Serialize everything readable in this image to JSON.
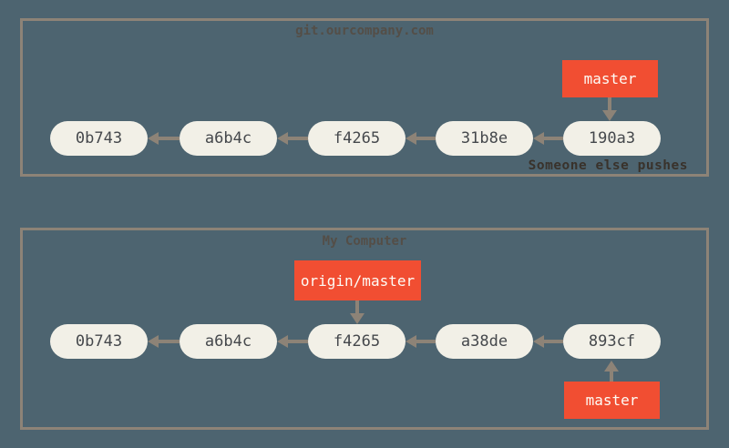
{
  "colors": {
    "background": "#4d6470",
    "box-border": "#8d8377",
    "arrow": "#8d8377",
    "node-fill": "#f2f0e7",
    "node-text": "#45484c",
    "label-fill": "#f14e32",
    "label-text": "#fdfcf6",
    "title-text": "#544e47",
    "annotation-text": "#39322b"
  },
  "remote_repo": {
    "title": "git.ourcompany.com",
    "branch_label": "master",
    "commits": [
      "0b743",
      "a6b4c",
      "f4265",
      "31b8e",
      "190a3"
    ],
    "annotation": "Someone else pushes"
  },
  "local_repo": {
    "title": "My Computer",
    "remote_tracking_label": "origin/master",
    "branch_label": "master",
    "commits": [
      "0b743",
      "a6b4c",
      "f4265",
      "a38de",
      "893cf"
    ]
  }
}
